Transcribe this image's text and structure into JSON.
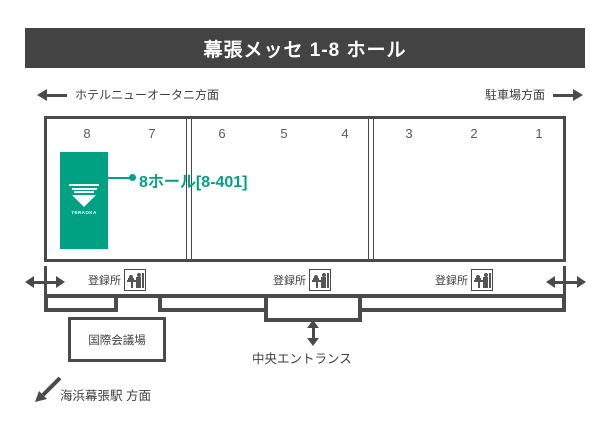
{
  "title": {
    "text": "幕張メッセ 1-8 ホール"
  },
  "directions": {
    "left": {
      "label": "ホテルニューオータニ方面",
      "arrow": "arrow-left-icon"
    },
    "right": {
      "label": "駐車場方面",
      "arrow": "arrow-right-icon"
    }
  },
  "halls": {
    "numbers": [
      "8",
      "7",
      "6",
      "5",
      "4",
      "3",
      "2",
      "1"
    ]
  },
  "booth": {
    "logo_word": "TERAOKA",
    "callout_label": "8ホール[8-401]",
    "color": "#00a183"
  },
  "registration": {
    "points": [
      {
        "label": "登録所",
        "icon": "reception-desk-icon"
      },
      {
        "label": "登録所",
        "icon": "reception-desk-icon"
      },
      {
        "label": "登録所",
        "icon": "reception-desk-icon"
      }
    ]
  },
  "facilities": {
    "conference_hall": "国際会議場",
    "central_entrance": "中央エントランス",
    "station": "海浜幕張駅 方面"
  },
  "colors": {
    "title_bar": "#434343",
    "line": "#4a4a4a",
    "accent": "#00a183",
    "text": "#3e3e3e"
  }
}
